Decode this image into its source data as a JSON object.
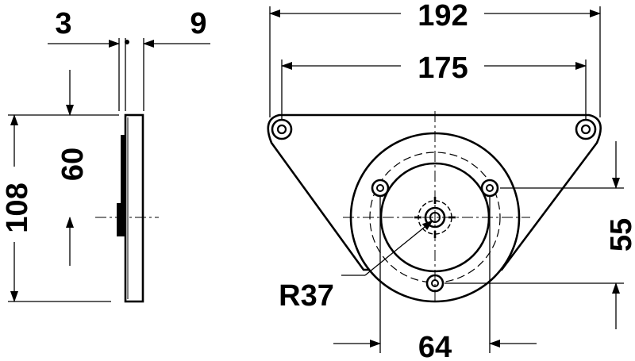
{
  "dimensions": {
    "thickness_plate": "3",
    "thickness_total": "9",
    "height_overall": "108",
    "height_bracket": "60",
    "width_overall": "192",
    "hole_spacing_outer": "175",
    "hole_offset_vertical": "55",
    "hole_spacing_horizontal": "64",
    "radius": "R37"
  }
}
